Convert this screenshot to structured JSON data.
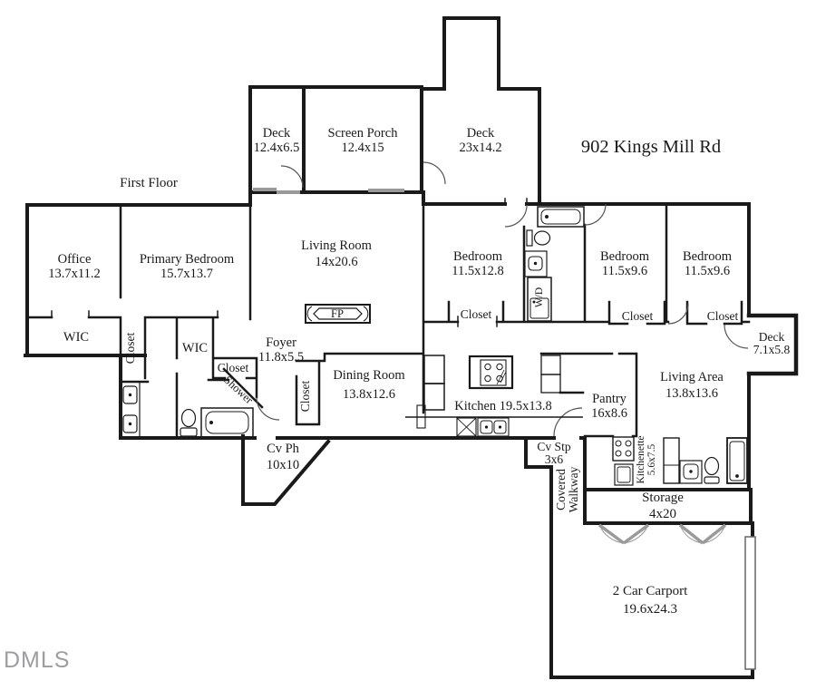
{
  "header": {
    "title": "902 Kings Mill Rd",
    "floor": "First Floor"
  },
  "watermark": "DMLS",
  "colors": {
    "wall": "#1a1a1a",
    "window_gray": "#999999",
    "door_arc": "#555555",
    "carport_door_gray": "#9a9a9a",
    "watermark_gray": "#9d9da2"
  },
  "rooms": {
    "deck_top_left": {
      "name": "Deck",
      "dims": "12.4x6.5"
    },
    "screen_porch": {
      "name": "Screen Porch",
      "dims": "12.4x15"
    },
    "deck_top_right": {
      "name": "Deck",
      "dims": "23x14.2"
    },
    "office": {
      "name": "Office",
      "dims": "13.7x11.2"
    },
    "primary_bedroom": {
      "name": "Primary Bedroom",
      "dims": "15.7x13.7"
    },
    "living_room": {
      "name": "Living Room",
      "dims": "14x20.6"
    },
    "bedroom_1": {
      "name": "Bedroom",
      "dims": "11.5x12.8"
    },
    "bedroom_2": {
      "name": "Bedroom",
      "dims": "11.5x9.6"
    },
    "bedroom_3": {
      "name": "Bedroom",
      "dims": "11.5x9.6"
    },
    "deck_right": {
      "name": "Deck",
      "dims": "7.1x5.8"
    },
    "foyer": {
      "name": "Foyer",
      "dims": "11.8x5.5"
    },
    "dining_room": {
      "name": "Dining Room",
      "dims": "13.8x12.6"
    },
    "kitchen": {
      "label": "Kitchen 19.5x13.8"
    },
    "pantry": {
      "name": "Pantry",
      "dims": "16x8.6"
    },
    "living_area": {
      "name": "Living Area",
      "dims": "13.8x13.6"
    },
    "cv_ph": {
      "name": "Cv Ph",
      "dims": "10x10"
    },
    "cv_stp": {
      "name": "Cv Stp",
      "dims": "3x6"
    },
    "covered_walkway": {
      "line1": "Covered",
      "line2": "Walkway"
    },
    "kitchenette": {
      "line1": "Kitchenette",
      "line2": "5.6x7.5"
    },
    "storage": {
      "name": "Storage",
      "dims": "4x20"
    },
    "carport": {
      "name": "2 Car Carport",
      "dims": "19.6x24.3"
    },
    "wic_primary": {
      "label": "WIC"
    },
    "wic_hall": {
      "label": "WIC"
    },
    "closet_primary": {
      "label": "Closet"
    },
    "closet_hall": {
      "label": "Closet"
    },
    "closet_foyer": {
      "label": "Closet"
    },
    "closet_bed1": {
      "label": "Closet"
    },
    "closet_bed2": {
      "label": "Closet"
    },
    "closet_bed3": {
      "label": "Closet"
    },
    "shower": {
      "label": "Shower"
    },
    "washer_dryer": {
      "label": "W/D"
    },
    "fireplace": {
      "label": "FP"
    }
  }
}
